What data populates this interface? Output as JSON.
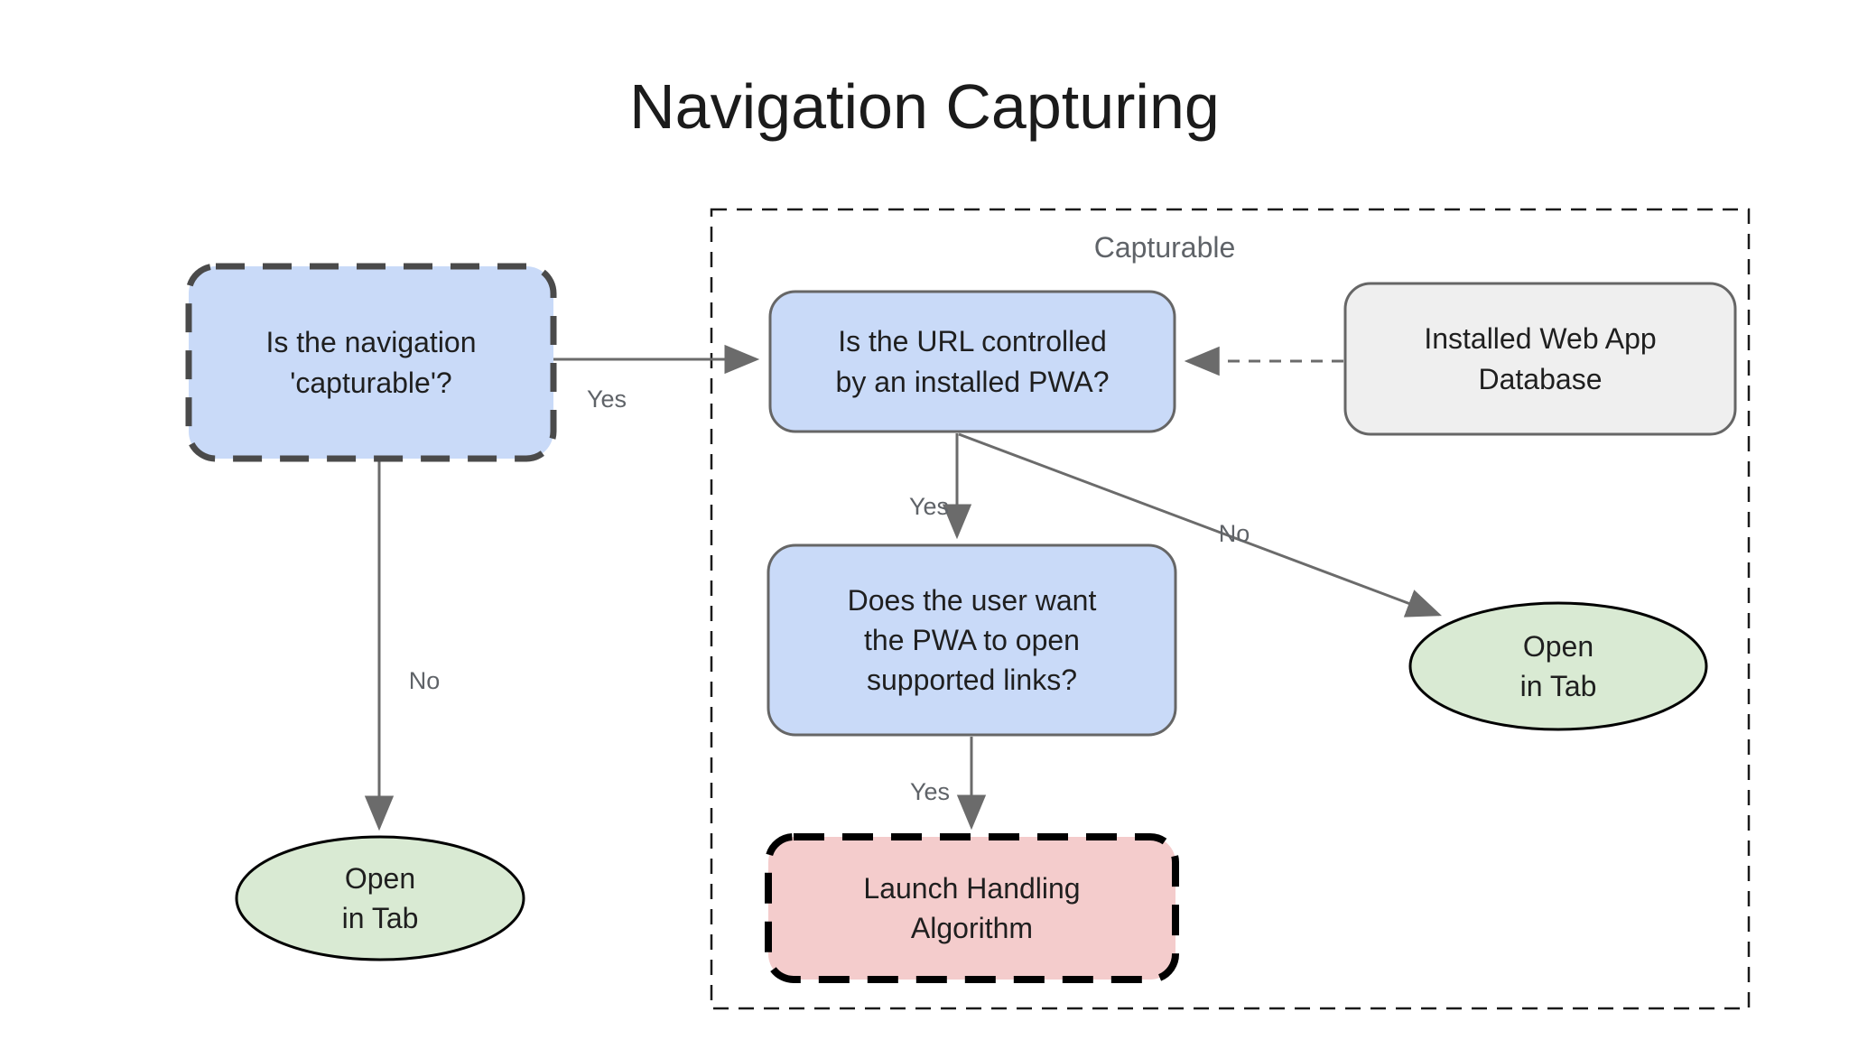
{
  "title": "Navigation Capturing",
  "group": {
    "label": "Capturable"
  },
  "nodes": {
    "capturable_question": {
      "label": "Is the navigation\n'capturable'?",
      "fill": "#c9daf8",
      "border_style": "dashed",
      "border_color": "#4a4a4a",
      "shape": "rounded-rect"
    },
    "url_controlled": {
      "label": "Is the URL controlled\nby an installed PWA?",
      "fill": "#c9daf8",
      "border_style": "solid",
      "border_color": "#666666",
      "shape": "rounded-rect"
    },
    "database": {
      "label": "Installed Web App\nDatabase",
      "fill": "#efefef",
      "border_style": "solid",
      "border_color": "#666666",
      "shape": "rounded-rect"
    },
    "user_want": {
      "label": "Does the user want\nthe PWA to open\nsupported links?",
      "fill": "#c9daf8",
      "border_style": "solid",
      "border_color": "#666666",
      "shape": "rounded-rect"
    },
    "launch_handling": {
      "label": "Launch Handling\nAlgorithm",
      "fill": "#f4cccc",
      "border_style": "dashed",
      "border_color": "#000000",
      "shape": "rounded-rect"
    },
    "open_in_tab_left": {
      "label": "Open\nin Tab",
      "fill": "#d9ead3",
      "border_style": "solid",
      "border_color": "#000000",
      "shape": "ellipse"
    },
    "open_in_tab_right": {
      "label": "Open\nin Tab",
      "fill": "#d9ead3",
      "border_style": "solid",
      "border_color": "#000000",
      "shape": "ellipse"
    }
  },
  "edges": {
    "capturable_yes": {
      "label": "Yes",
      "style": "solid"
    },
    "capturable_no": {
      "label": "No",
      "style": "solid"
    },
    "url_yes": {
      "label": "Yes",
      "style": "solid"
    },
    "url_no": {
      "label": "No",
      "style": "solid"
    },
    "user_yes": {
      "label": "Yes",
      "style": "solid"
    },
    "database_link": {
      "label": "",
      "style": "dashed"
    }
  },
  "colors": {
    "connector": "#6b6b6b",
    "label_gray": "#5f6368",
    "text": "#1f1f1f",
    "background": "#ffffff"
  }
}
